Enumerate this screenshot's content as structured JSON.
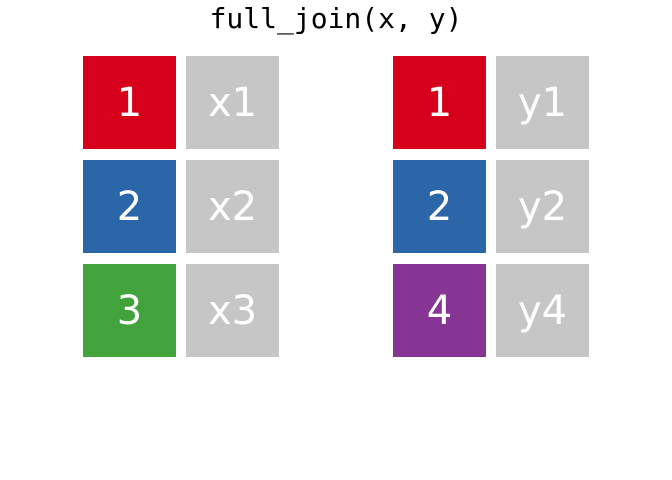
{
  "title": "full_join(x, y)",
  "tables": {
    "x": {
      "rows": [
        {
          "key": "1",
          "value": "x1",
          "color": "#d7001a"
        },
        {
          "key": "2",
          "value": "x2",
          "color": "#2a66a8"
        },
        {
          "key": "3",
          "value": "x3",
          "color": "#42a23c"
        }
      ]
    },
    "y": {
      "rows": [
        {
          "key": "1",
          "value": "y1",
          "color": "#d7001a"
        },
        {
          "key": "2",
          "value": "y2",
          "color": "#2a66a8"
        },
        {
          "key": "4",
          "value": "y4",
          "color": "#863594"
        }
      ]
    }
  },
  "value_cell_color": "#c6c6c6"
}
